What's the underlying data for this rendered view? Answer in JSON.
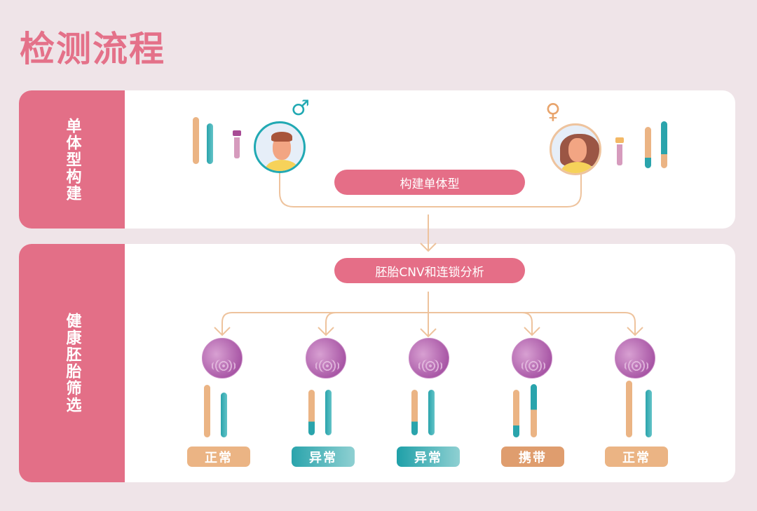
{
  "title": "检测流程",
  "stage1": {
    "label": "单体型构建",
    "action": "构建单体型",
    "male_symbol": "♂",
    "female_symbol": "♀"
  },
  "stage2": {
    "label": "健康胚胎筛选",
    "action": "胚胎CNV和连锁分析",
    "results": [
      {
        "label": "正常",
        "color": "#ebb484"
      },
      {
        "label": "异常",
        "color": "#3fb0b5"
      },
      {
        "label": "异常",
        "color": "#2aa4ac"
      },
      {
        "label": "携带",
        "color": "#df9d6e"
      },
      {
        "label": "正常",
        "color": "#ebb484"
      }
    ]
  },
  "colors": {
    "accent": "#e36f87",
    "line": "#eec39d",
    "teal": "#2aa4ac",
    "orange": "#ebb484"
  }
}
